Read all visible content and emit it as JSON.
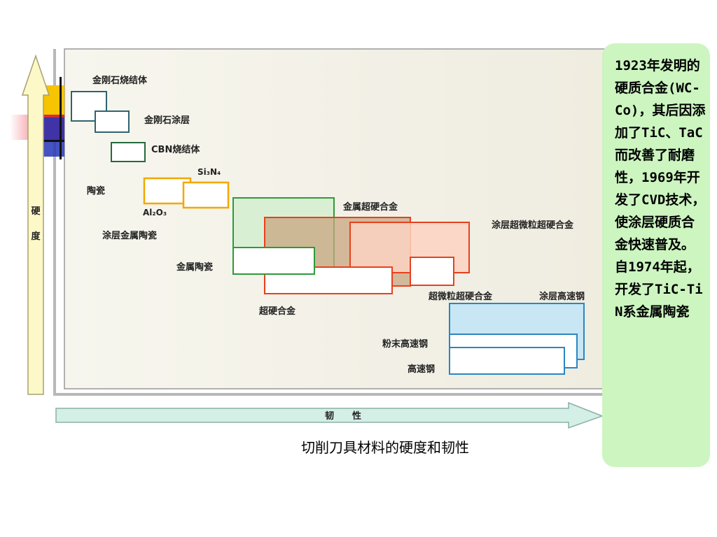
{
  "axes": {
    "y_label_1": "硬",
    "y_label_2": "度",
    "x_label": "韧　　性"
  },
  "caption": "切削刀具材料的硬度和韧性",
  "callout": "1923年发明的硬质合金(WC-Co)，其后因添加了TiC、TaC而改善了耐磨性，1969年开发了CVD技术，使涂层硬质合金快速普及。自1974年起，开发了TiC-TiN系金属陶瓷",
  "materials": {
    "sintered_diamond": "金刚石烧结体",
    "diamond_coating": "金刚石涂层",
    "cbn": "CBN烧结体",
    "ceramics": "陶瓷",
    "si3n4": "Si₃N₄",
    "al2o3": "Al₂O₃",
    "coated_cermet": "涂层金属陶瓷",
    "cermet": "金属陶瓷",
    "metal_cemented_carbide": "金属超硬合金",
    "coated_ultrafine_carbide": "涂层超微粒超硬合金",
    "cemented_carbide": "超硬合金",
    "ultrafine_carbide": "超微粒超硬合金",
    "coated_hss": "涂层高速钢",
    "pm_hss": "粉末高速钢",
    "hss": "高速钢"
  },
  "colors": {
    "diamond": "#2e6470",
    "cbn": "#226a3c",
    "ceramic": "#f2a800",
    "cermet": "#2d9a3a",
    "carbide": "#e8401e",
    "hss": "#2a86c2",
    "hss_fill": "#c8e6f4",
    "callout_bg": "#ccf5c0"
  }
}
